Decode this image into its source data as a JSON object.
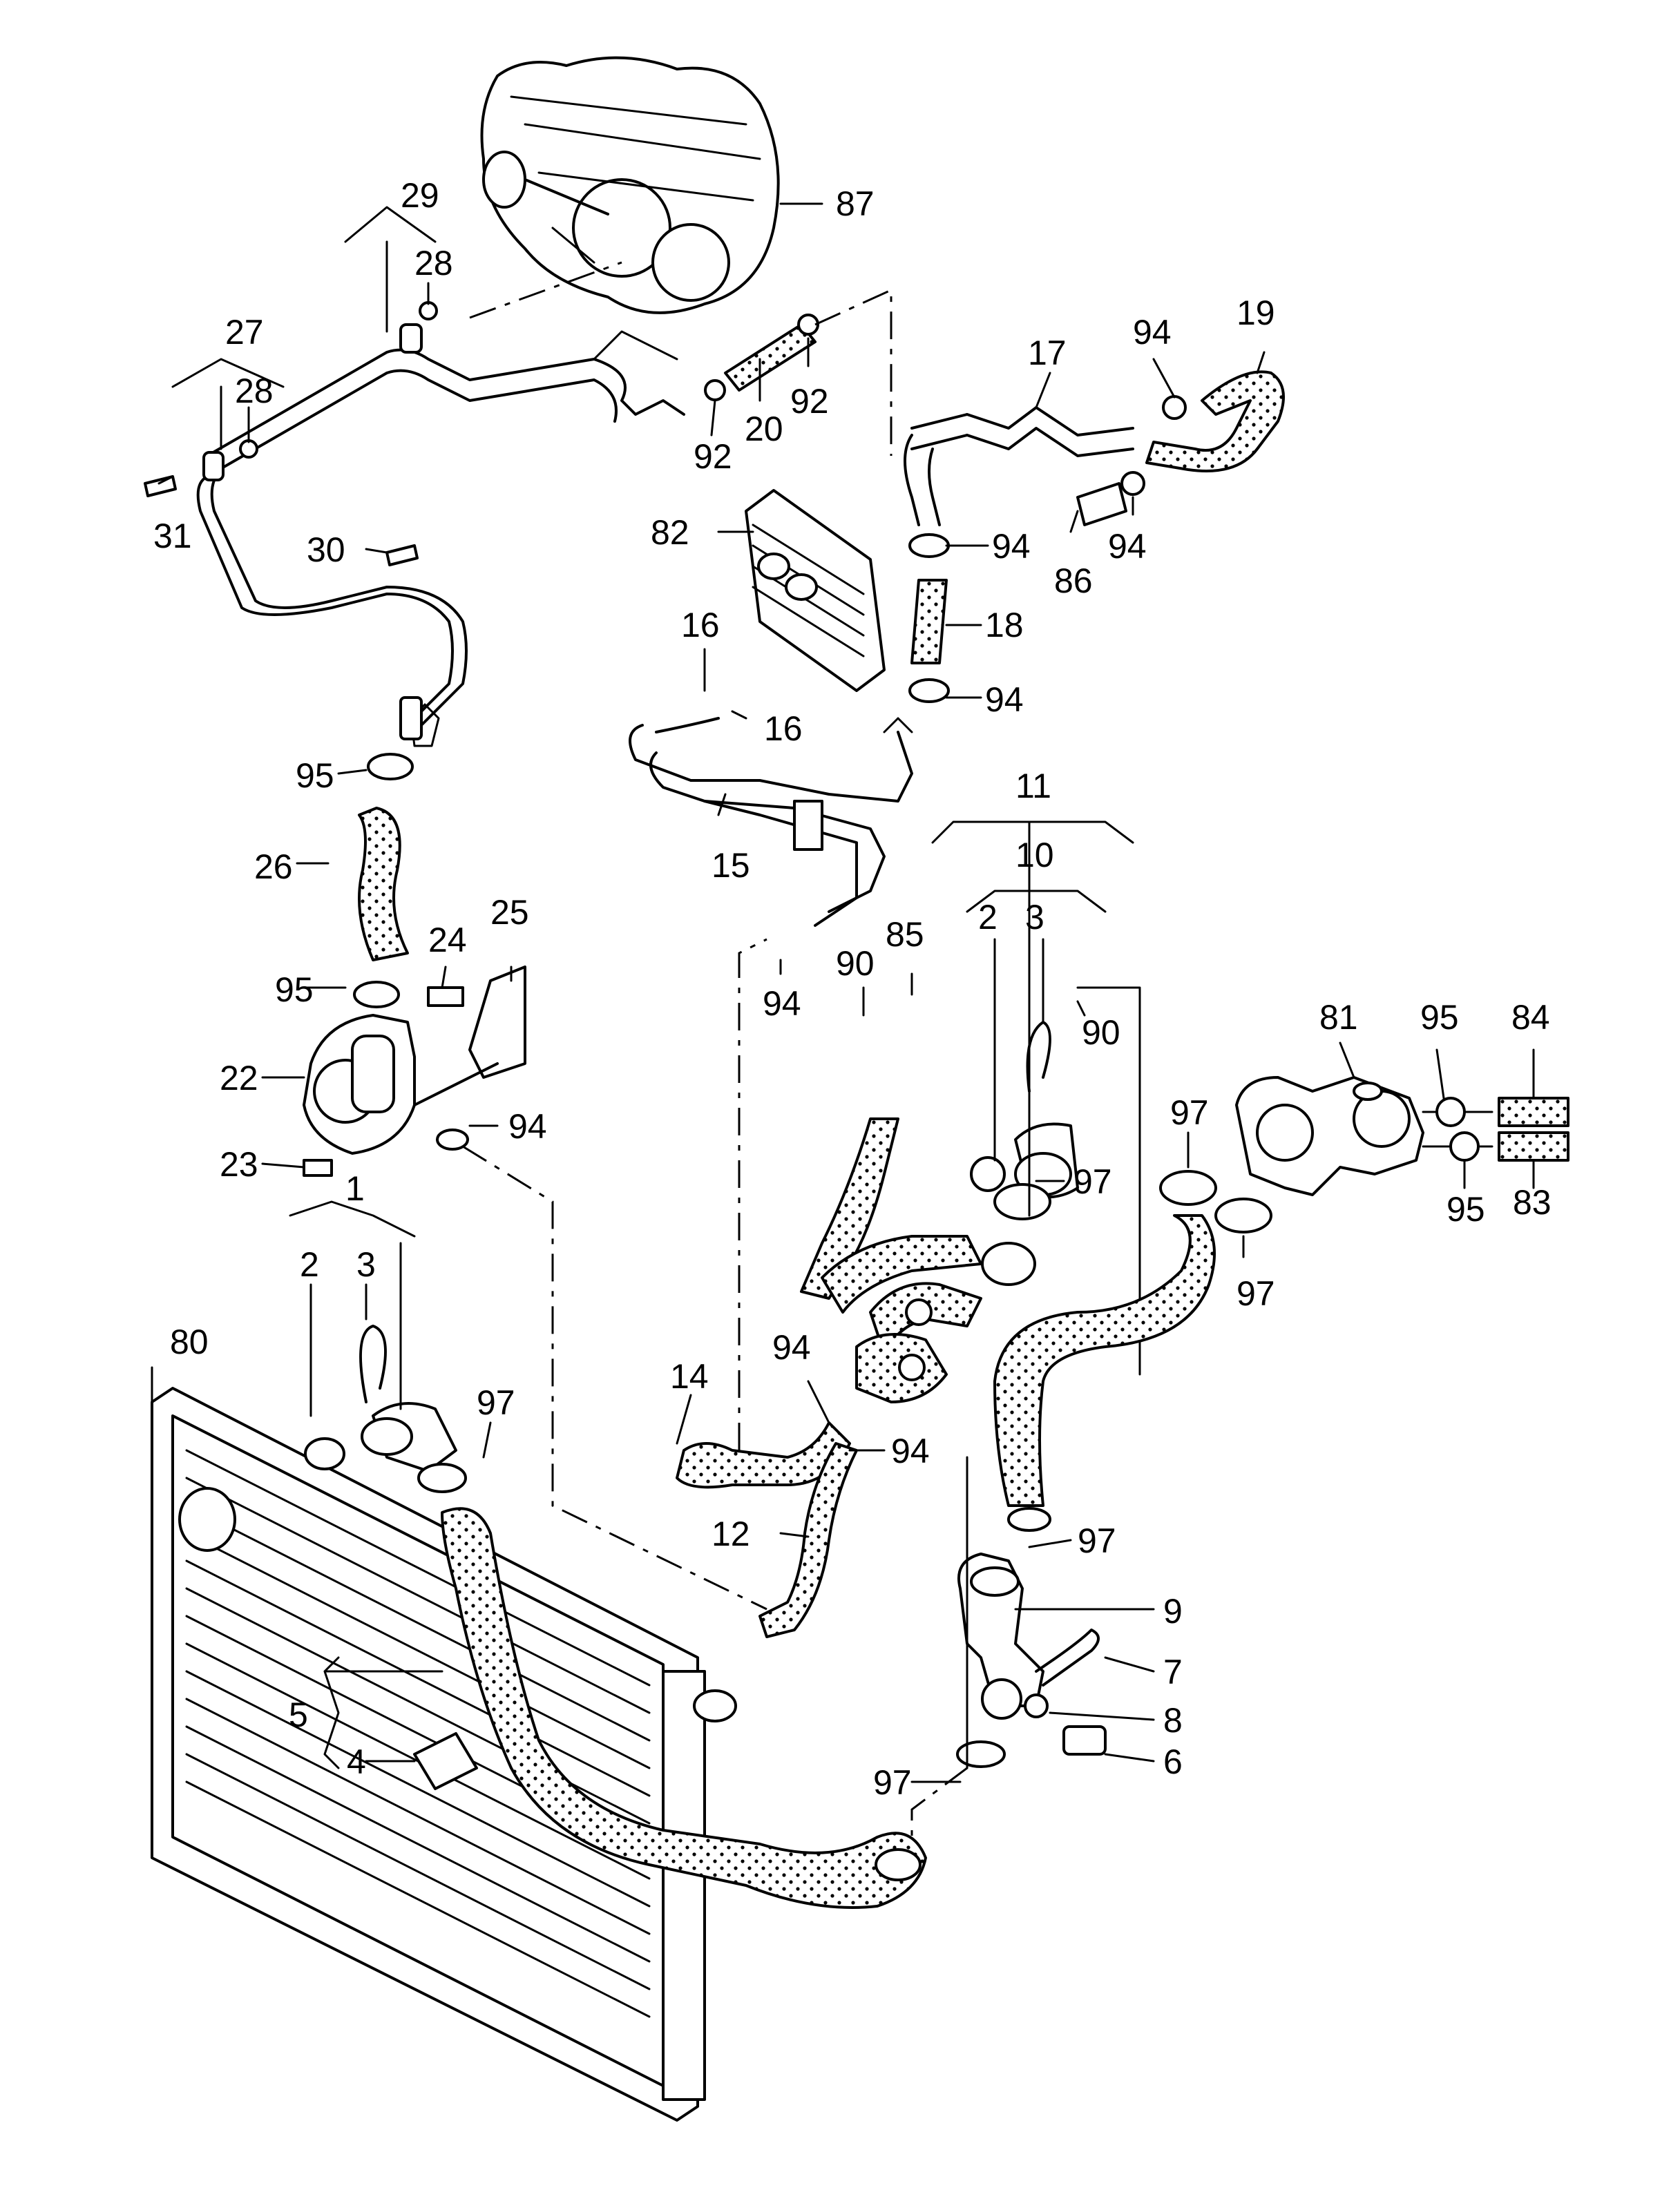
{
  "diagram": {
    "callouts": [
      {
        "id": "c87",
        "text": "87"
      },
      {
        "id": "c29",
        "text": "29"
      },
      {
        "id": "c28a",
        "text": "28"
      },
      {
        "id": "c27",
        "text": "27"
      },
      {
        "id": "c28b",
        "text": "28"
      },
      {
        "id": "c31",
        "text": "31"
      },
      {
        "id": "c30",
        "text": "30"
      },
      {
        "id": "c92a",
        "text": "92"
      },
      {
        "id": "c20",
        "text": "20"
      },
      {
        "id": "c92b",
        "text": "92"
      },
      {
        "id": "c17",
        "text": "17"
      },
      {
        "id": "c94a",
        "text": "94"
      },
      {
        "id": "c19",
        "text": "19"
      },
      {
        "id": "c82",
        "text": "82"
      },
      {
        "id": "c94b",
        "text": "94"
      },
      {
        "id": "c86",
        "text": "86"
      },
      {
        "id": "c94c",
        "text": "94"
      },
      {
        "id": "c18",
        "text": "18"
      },
      {
        "id": "c16a",
        "text": "16"
      },
      {
        "id": "c16b",
        "text": "16"
      },
      {
        "id": "c94d",
        "text": "94"
      },
      {
        "id": "c95a",
        "text": "95"
      },
      {
        "id": "c15",
        "text": "15"
      },
      {
        "id": "c26",
        "text": "26"
      },
      {
        "id": "c11",
        "text": "11"
      },
      {
        "id": "c10",
        "text": "10"
      },
      {
        "id": "c25",
        "text": "25"
      },
      {
        "id": "c24",
        "text": "24"
      },
      {
        "id": "c94e",
        "text": "94"
      },
      {
        "id": "c85",
        "text": "85"
      },
      {
        "id": "c90a",
        "text": "90"
      },
      {
        "id": "c2a",
        "text": "2"
      },
      {
        "id": "c3a",
        "text": "3"
      },
      {
        "id": "c95b",
        "text": "95"
      },
      {
        "id": "c90b",
        "text": "90"
      },
      {
        "id": "c81",
        "text": "81"
      },
      {
        "id": "c95c",
        "text": "95"
      },
      {
        "id": "c84",
        "text": "84"
      },
      {
        "id": "c22",
        "text": "22"
      },
      {
        "id": "c94f",
        "text": "94"
      },
      {
        "id": "c97a",
        "text": "97"
      },
      {
        "id": "c97b",
        "text": "97"
      },
      {
        "id": "c23",
        "text": "23"
      },
      {
        "id": "c1",
        "text": "1"
      },
      {
        "id": "c95d",
        "text": "95"
      },
      {
        "id": "c83",
        "text": "83"
      },
      {
        "id": "c97c",
        "text": "97"
      },
      {
        "id": "c2b",
        "text": "2"
      },
      {
        "id": "c3b",
        "text": "3"
      },
      {
        "id": "c80",
        "text": "80"
      },
      {
        "id": "c14",
        "text": "14"
      },
      {
        "id": "c94g",
        "text": "94"
      },
      {
        "id": "c97d",
        "text": "97"
      },
      {
        "id": "c94h",
        "text": "94"
      },
      {
        "id": "c12",
        "text": "12"
      },
      {
        "id": "c97e",
        "text": "97"
      },
      {
        "id": "c9",
        "text": "9"
      },
      {
        "id": "c7",
        "text": "7"
      },
      {
        "id": "c5",
        "text": "5"
      },
      {
        "id": "c8",
        "text": "8"
      },
      {
        "id": "c4",
        "text": "4"
      },
      {
        "id": "c6",
        "text": "6"
      },
      {
        "id": "c97f",
        "text": "97"
      }
    ]
  }
}
